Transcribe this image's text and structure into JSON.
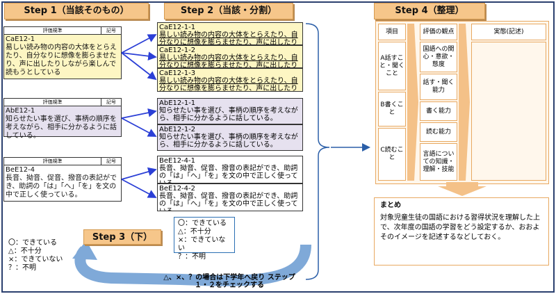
{
  "steps": {
    "step1": "Step 1（当該そのもの）",
    "step2": "Step 2（当該・分割）",
    "step3": "Step 3（下）",
    "step4": "Step 4（整理）"
  },
  "table_head": {
    "criteria": "評価規準",
    "mark": "記号"
  },
  "step1_items": [
    {
      "code": "CaE12-1",
      "text": "易しい読み物の内容の大体をとらえたり、自分なりに想像を膨らませたり、声に出したりしながら楽しんで読もうとしている"
    },
    {
      "code": "AbE12-1",
      "text": "知らせたい事を選び、事柄の順序を考えながら、相手に分かるように話している。"
    },
    {
      "code": "BeE12-4",
      "text": "長音、拗音、促音、撥音の表記ができ、助詞の「は」「へ」「を」を文の中で正しく使っている。"
    }
  ],
  "step2_items": [
    {
      "code": "CaE12-1-1",
      "text": "易しい読み物の内容の大体をとらえたり、自分なりに想像を膨らませたり、声に出したりしながら楽しんで読もうとしている"
    },
    {
      "code": "CaE12-1-2",
      "text": "易しい読み物の内容の大体をとらえたり、自分なりに想像を膨らませたり、声に出したりしながら楽しんで読もうとしている"
    },
    {
      "code": "CaE12-1-3",
      "text": "易しい読み物の内容の大体をとらえたり、自分なりに想像を膨らませたり、声に出したりしながら楽しんで読もうとしている"
    },
    {
      "code": "AbE12-1-1",
      "text": "知らせたい事を選び、事柄の順序を考えながら、相手に分かるように話している。"
    },
    {
      "code": "AbE12-1-2",
      "text": "知らせたい事を選び、事柄の順序を考えながら、相手に分かるように話している。"
    },
    {
      "code": "BeE12-4-1",
      "text": "長音、拗音、促音、撥音の表記ができ、助詞の「は」「へ」「を」を文の中で正しく使っている。"
    },
    {
      "code": "BeE12-4-2",
      "text": "長音、拗音、促音、撥音の表記ができ、助詞の「は」「へ」「を」を文の中で正しく使っている。"
    }
  ],
  "legend": [
    "〇：できている",
    "△：不十分",
    "×：できていない",
    "？：不明"
  ],
  "feedback_note": "△、×、？の場合は下学年へ戻り ステップ１・２をチェックする",
  "step4_table": {
    "col1_header": "項目",
    "col2_header": "評価の観点",
    "col3_header": "実態(記述)",
    "categories": [
      "A話すこと・聞くこと",
      "B書くこと",
      "C読むこと"
    ],
    "aspects": [
      "国語への関心・意欲・態度",
      "話す・聞く能力",
      "書く能力",
      "読む能力",
      "言語についての知識・理解・技能"
    ]
  },
  "summary": {
    "title": "まとめ",
    "text": "対象児童生徒の国語における習得状況を理解した上で、次年度の国語の学習をどう設定するか、おおよそのイメージを記述するなどしておく。"
  },
  "colors": {
    "step_title": "#f6c68a",
    "yellow_card": "#fdf6c3",
    "purple_card": "#e6e1ef",
    "arrow_blue": "#2b3fd6",
    "feedback_arrow": "#4a86c9"
  }
}
